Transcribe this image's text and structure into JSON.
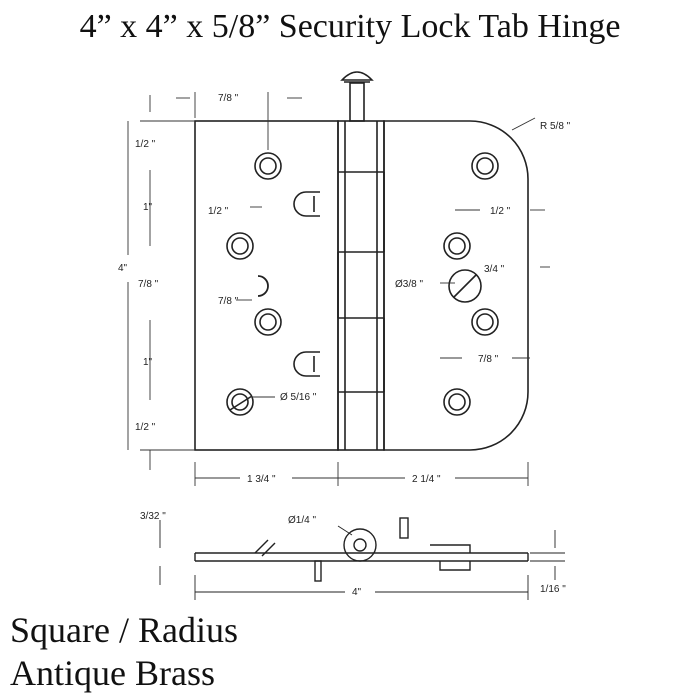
{
  "title": "4” x 4” x 5/8” Security Lock Tab Hinge",
  "subtitle_lines": [
    "Square / Radius",
    "Antique Brass"
  ],
  "dimensions": {
    "top_offset": "7/8 \"",
    "radius": "R 5/8 \"",
    "left_top_margin": "1/2 \"",
    "left_spacing_1": "1\"",
    "left_tab_offset": "1/2 \"",
    "overall_height": "4\"",
    "left_mid": "7/8 \"",
    "left_tab_offset_2": "7/8 \"",
    "left_spacing_2": "1\"",
    "screw_hole": "Ø 5/16 \"",
    "left_bottom_margin": "1/2 \"",
    "right_tab_offset": "1/2 \"",
    "right_spacing_1": "3/4 \"",
    "pin_hole": "Ø3/8 \"",
    "right_spacing_2": "7/8 \"",
    "left_leaf_width": "1 3/4 \"",
    "right_leaf_width": "2 1/4 \"",
    "leaf_thickness": "3/32 \"",
    "pin_diameter": "Ø1/4 \"",
    "overall_width": "4\"",
    "edge_thickness": "1/16 \""
  }
}
